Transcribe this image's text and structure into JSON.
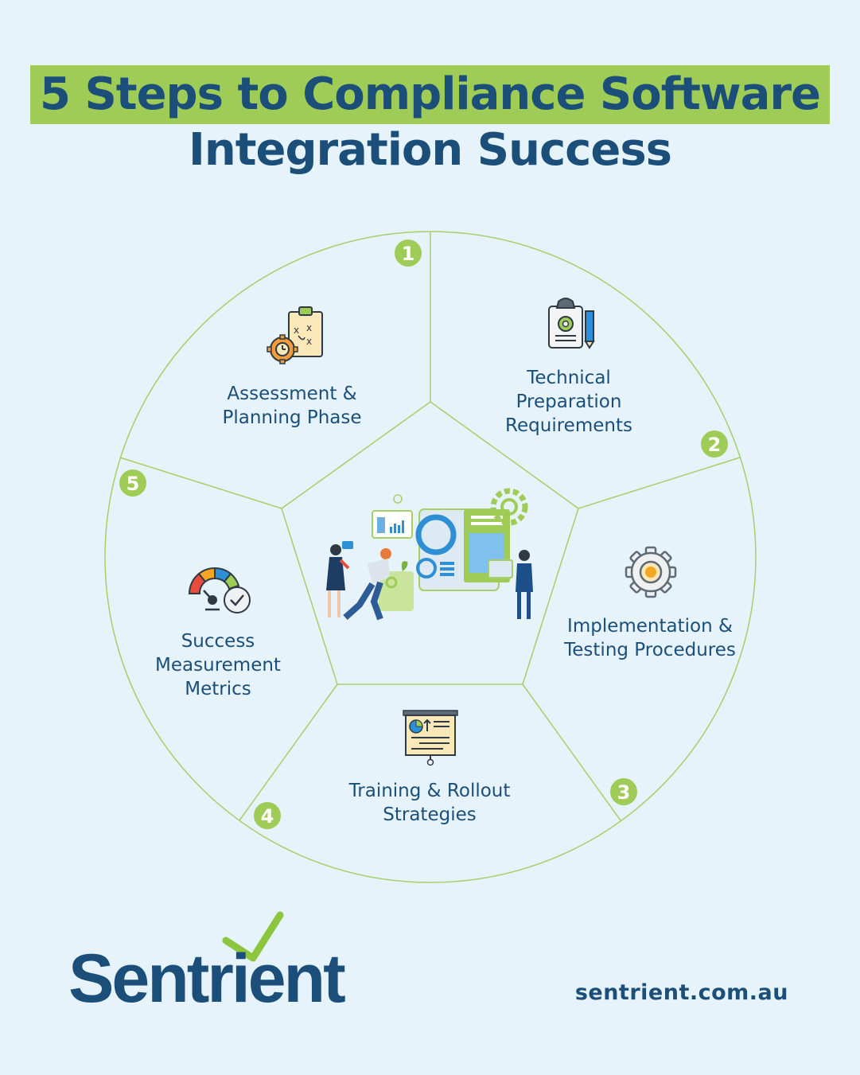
{
  "title": {
    "line1": "5 Steps to Compliance Software",
    "line2": "Integration Success"
  },
  "steps": [
    {
      "number": "1",
      "label": "Assessment & Planning Phase",
      "icon": "checklist-gear-icon"
    },
    {
      "number": "2",
      "label": "Technical Preparation Requirements",
      "icon": "clipboard-gear-pencil-icon"
    },
    {
      "number": "3",
      "label": "Implementation & Testing Procedures",
      "icon": "gear-icon"
    },
    {
      "number": "4",
      "label": "Training & Rollout Strategies",
      "icon": "presentation-board-icon"
    },
    {
      "number": "5",
      "label": "Success Measurement Metrics",
      "icon": "gauge-check-icon"
    }
  ],
  "center_illustration": "team-dashboard-illustration",
  "footer": {
    "logo": "Sentrient",
    "website": "sentrient.com.au"
  },
  "colors": {
    "background": "#e6f3fb",
    "accent_green": "#9fcb57",
    "navy": "#1b4f79",
    "line_green": "#a6cf6a"
  }
}
